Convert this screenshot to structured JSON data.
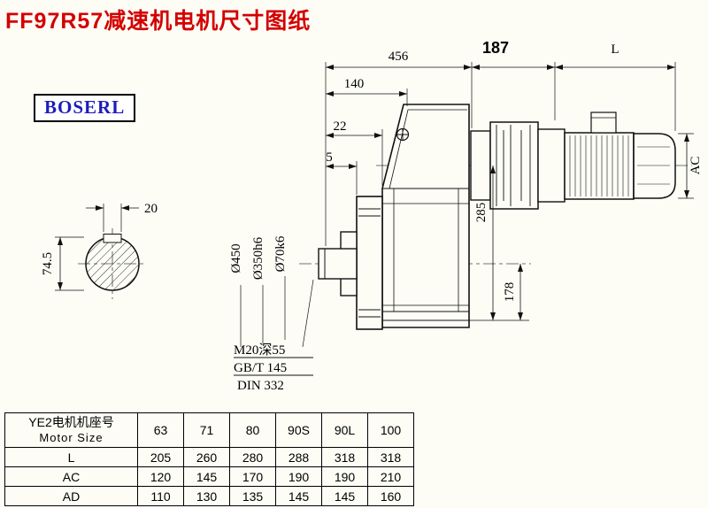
{
  "page": {
    "title": "FF97R57减速机电机尺寸图纸",
    "brand": "BOSERL"
  },
  "dims": {
    "top_456": "456",
    "top_187": "187",
    "top_L": "L",
    "d140": "140",
    "d22": "22",
    "d5": "5",
    "d285": "285",
    "d178": "178",
    "dAC": "AC",
    "dia450": "Ø450",
    "dia350": "Ø350h6",
    "dia70": "Ø70k6",
    "key20": "20",
    "d74_5": "74.5"
  },
  "notes": {
    "thread": "M20深55",
    "gb": "GB/T 145",
    "din": "DIN 332"
  },
  "table": {
    "header": {
      "line1": "YE2电机机座号",
      "line2": "Motor Size",
      "cols": [
        "63",
        "71",
        "80",
        "90S",
        "90L",
        "100"
      ]
    },
    "rows": [
      {
        "label": "L",
        "values": [
          "205",
          "260",
          "280",
          "288",
          "318",
          "318"
        ]
      },
      {
        "label": "AC",
        "values": [
          "120",
          "145",
          "170",
          "190",
          "190",
          "210"
        ]
      },
      {
        "label": "AD",
        "values": [
          "110",
          "130",
          "135",
          "145",
          "145",
          "160"
        ]
      }
    ]
  }
}
